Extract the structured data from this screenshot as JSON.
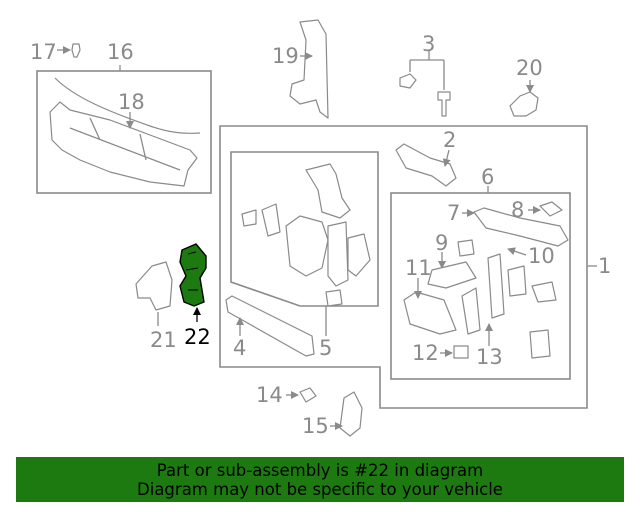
{
  "diagram": {
    "labels": {
      "p1": "1",
      "p2": "2",
      "p3": "3",
      "p4": "4",
      "p5": "5",
      "p6": "6",
      "p7": "7",
      "p8": "8",
      "p9": "9",
      "p10": "10",
      "p11": "11",
      "p12": "12",
      "p13": "13",
      "p14": "14",
      "p15": "15",
      "p16": "16",
      "p17": "17",
      "p18": "18",
      "p19": "19",
      "p20": "20",
      "p21": "21",
      "p22": "22"
    },
    "highlight_color": "#1c7a11"
  },
  "banner": {
    "line1": "Part or sub-assembly is #22 in diagram",
    "line2": "Diagram may not be specific to your vehicle"
  }
}
